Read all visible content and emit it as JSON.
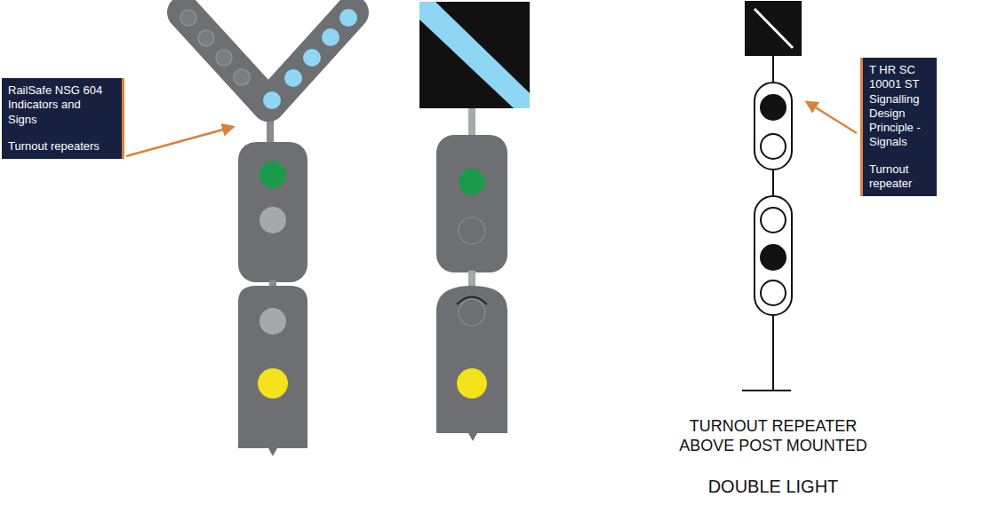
{
  "diagram": {
    "nodes": [
      {
        "text": [
          "RailSafe NSG 604 Indicators and Signs",
          "Turnout repeaters"
        ]
      },
      {
        "text": [
          "T HR SC 10001 ST Signalling Design Principle - Signals",
          "Turnout repeater"
        ]
      }
    ],
    "labels": [
      "TURNOUT REPEATER ABOVE POST MOUNTED",
      "DOUBLE LIGHT"
    ]
  }
}
